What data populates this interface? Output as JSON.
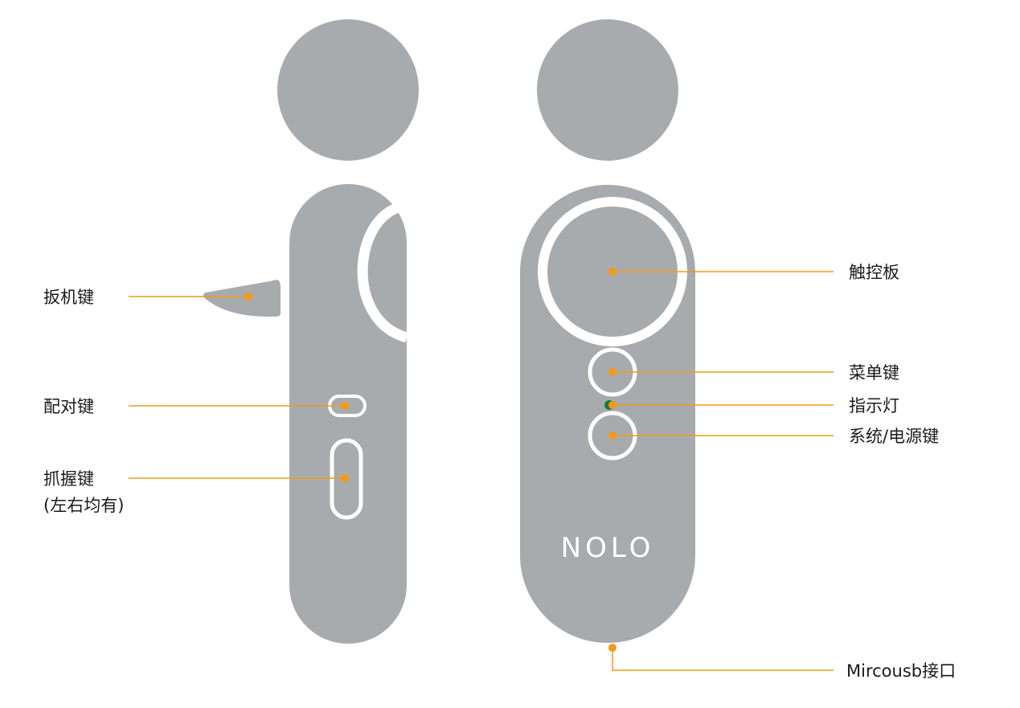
{
  "colors": {
    "body": "#a8abad",
    "accent": "#f29a1a",
    "indicator": "#1a7a3c",
    "outline": "#ffffff",
    "text": "#1a1a1a"
  },
  "device": {
    "logo": "NOLO"
  },
  "labels": {
    "trigger": "扳机键",
    "pair": "配对键",
    "grip_line1": "抓握键",
    "grip_line2": "(左右均有)",
    "touchpad": "触控板",
    "menu": "菜单键",
    "indicator": "指示灯",
    "power": "系统/电源键",
    "usb": "Mircousb接口"
  }
}
